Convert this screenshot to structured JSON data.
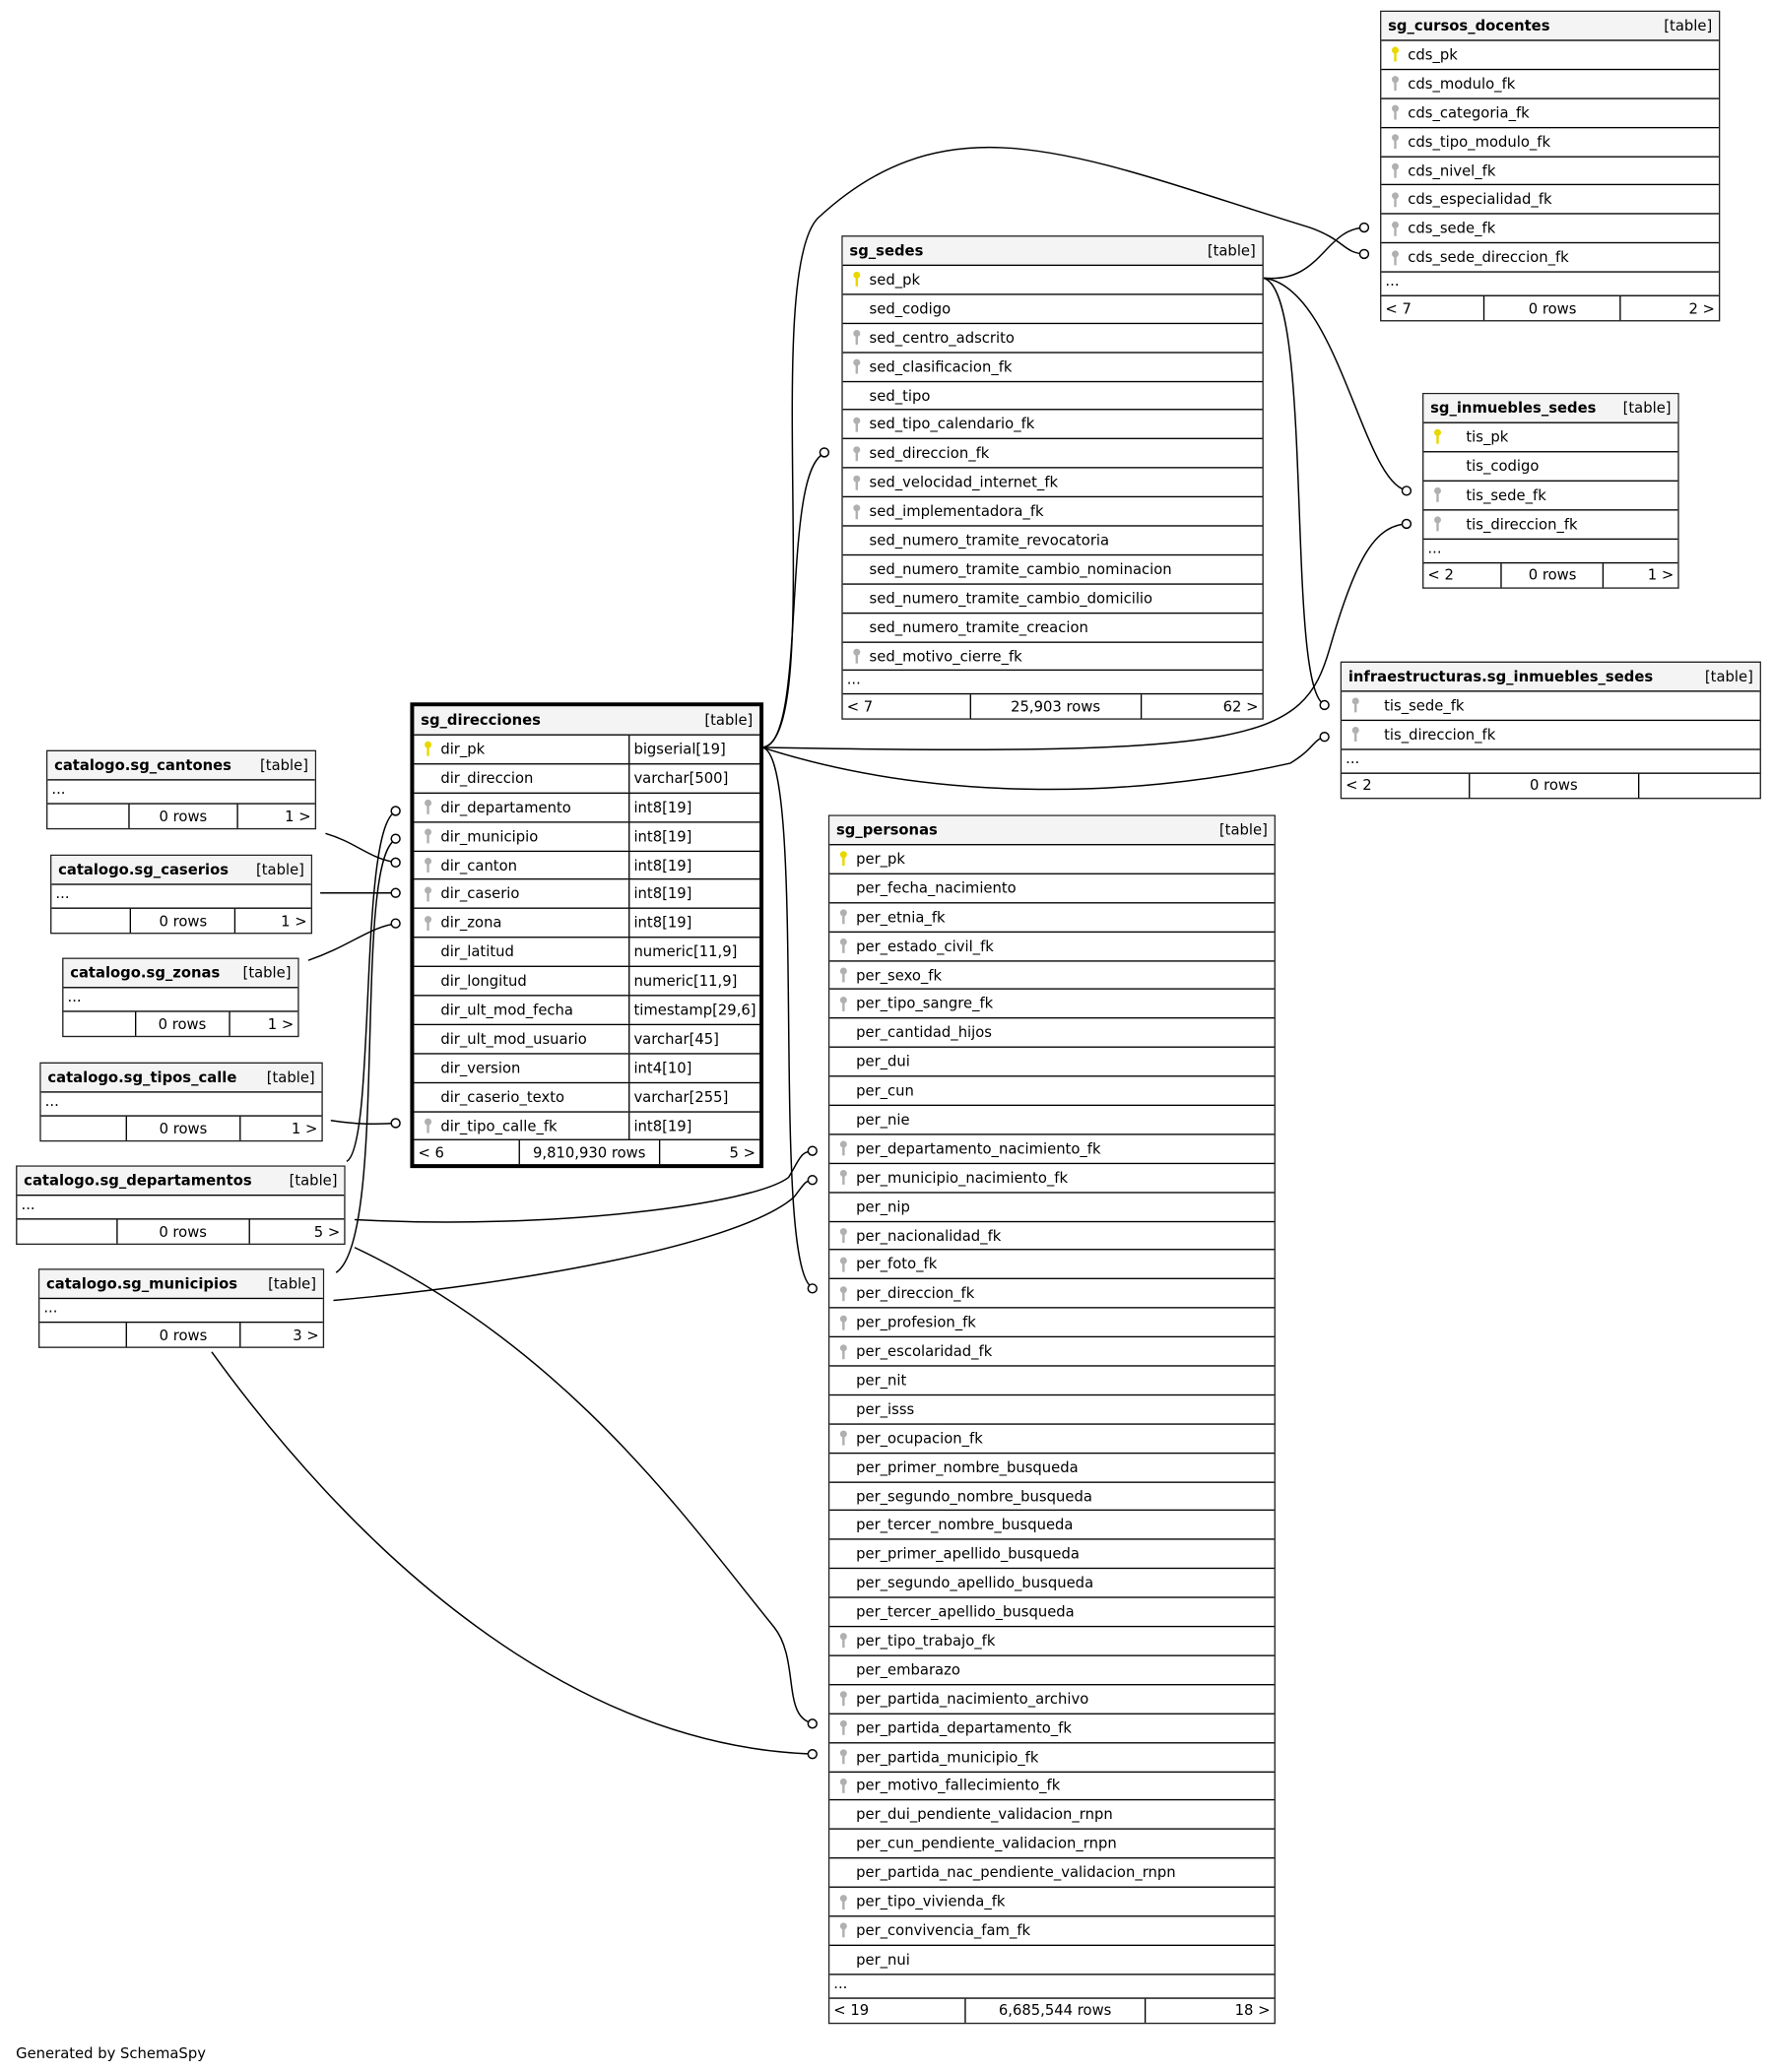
{
  "footer_text": "Generated by SchemaSpy",
  "colors": {
    "pk_key": "#e8d800",
    "fk_key": "#b0b0b0",
    "header_bg": "#f4f4f4"
  },
  "tables": [
    {
      "name": "sg_cursos_docentes",
      "kind": "[table]",
      "rows": [
        {
          "name": "cds_pk",
          "key": "pk"
        },
        {
          "name": "cds_modulo_fk",
          "key": "fk"
        },
        {
          "name": "cds_categoria_fk",
          "key": "fk"
        },
        {
          "name": "cds_tipo_modulo_fk",
          "key": "fk"
        },
        {
          "name": "cds_nivel_fk",
          "key": "fk"
        },
        {
          "name": "cds_especialidad_fk",
          "key": "fk"
        },
        {
          "name": "cds_sede_fk",
          "key": "fk"
        },
        {
          "name": "cds_sede_direccion_fk",
          "key": "fk"
        }
      ],
      "more": "...",
      "footer": {
        "left": "< 7",
        "mid": "0 rows",
        "right": "2 >"
      }
    },
    {
      "name": "sg_sedes",
      "kind": "[table]",
      "rows": [
        {
          "name": "sed_pk",
          "key": "pk"
        },
        {
          "name": "sed_codigo",
          "key": ""
        },
        {
          "name": "sed_centro_adscrito",
          "key": "fk"
        },
        {
          "name": "sed_clasificacion_fk",
          "key": "fk"
        },
        {
          "name": "sed_tipo",
          "key": ""
        },
        {
          "name": "sed_tipo_calendario_fk",
          "key": "fk"
        },
        {
          "name": "sed_direccion_fk",
          "key": "fk"
        },
        {
          "name": "sed_velocidad_internet_fk",
          "key": "fk"
        },
        {
          "name": "sed_implementadora_fk",
          "key": "fk"
        },
        {
          "name": "sed_numero_tramite_revocatoria",
          "key": ""
        },
        {
          "name": "sed_numero_tramite_cambio_nominacion",
          "key": ""
        },
        {
          "name": "sed_numero_tramite_cambio_domicilio",
          "key": ""
        },
        {
          "name": "sed_numero_tramite_creacion",
          "key": ""
        },
        {
          "name": "sed_motivo_cierre_fk",
          "key": "fk"
        }
      ],
      "more": "...",
      "footer": {
        "left": "< 7",
        "mid": "25,903 rows",
        "right": "62 >"
      }
    },
    {
      "name": "sg_inmuebles_sedes",
      "kind": "[table]",
      "indent": true,
      "rows": [
        {
          "name": "tis_pk",
          "key": "pk"
        },
        {
          "name": "tis_codigo",
          "key": ""
        },
        {
          "name": "tis_sede_fk",
          "key": "fk"
        },
        {
          "name": "tis_direccion_fk",
          "key": "fk"
        }
      ],
      "more": "...",
      "footer": {
        "left": "< 2",
        "mid": "0 rows",
        "right": "1 >"
      }
    },
    {
      "name": "infraestructuras.sg_inmuebles_sedes",
      "kind": "[table]",
      "indent": true,
      "rows": [
        {
          "name": "tis_sede_fk",
          "key": "fk"
        },
        {
          "name": "tis_direccion_fk",
          "key": "fk"
        }
      ],
      "more": "...",
      "footer": {
        "left": "< 2",
        "mid": "0 rows",
        "right": ""
      }
    },
    {
      "name": "sg_direcciones",
      "kind": "[table]",
      "bold": true,
      "rows": [
        {
          "name": "dir_pk",
          "key": "pk",
          "type": "bigserial[19]"
        },
        {
          "name": "dir_direccion",
          "key": "",
          "type": "varchar[500]"
        },
        {
          "name": "dir_departamento",
          "key": "fk",
          "type": "int8[19]"
        },
        {
          "name": "dir_municipio",
          "key": "fk",
          "type": "int8[19]"
        },
        {
          "name": "dir_canton",
          "key": "fk",
          "type": "int8[19]"
        },
        {
          "name": "dir_caserio",
          "key": "fk",
          "type": "int8[19]"
        },
        {
          "name": "dir_zona",
          "key": "fk",
          "type": "int8[19]"
        },
        {
          "name": "dir_latitud",
          "key": "",
          "type": "numeric[11,9]"
        },
        {
          "name": "dir_longitud",
          "key": "",
          "type": "numeric[11,9]"
        },
        {
          "name": "dir_ult_mod_fecha",
          "key": "",
          "type": "timestamp[29,6]"
        },
        {
          "name": "dir_ult_mod_usuario",
          "key": "",
          "type": "varchar[45]"
        },
        {
          "name": "dir_version",
          "key": "",
          "type": "int4[10]"
        },
        {
          "name": "dir_caserio_texto",
          "key": "",
          "type": "varchar[255]"
        },
        {
          "name": "dir_tipo_calle_fk",
          "key": "fk",
          "type": "int8[19]"
        }
      ],
      "footer": {
        "left": "< 6",
        "mid": "9,810,930 rows",
        "right": "5 >"
      }
    },
    {
      "name": "sg_personas",
      "kind": "[table]",
      "rows": [
        {
          "name": "per_pk",
          "key": "pk"
        },
        {
          "name": "per_fecha_nacimiento",
          "key": ""
        },
        {
          "name": "per_etnia_fk",
          "key": "fk"
        },
        {
          "name": "per_estado_civil_fk",
          "key": "fk"
        },
        {
          "name": "per_sexo_fk",
          "key": "fk"
        },
        {
          "name": "per_tipo_sangre_fk",
          "key": "fk"
        },
        {
          "name": "per_cantidad_hijos",
          "key": ""
        },
        {
          "name": "per_dui",
          "key": ""
        },
        {
          "name": "per_cun",
          "key": ""
        },
        {
          "name": "per_nie",
          "key": ""
        },
        {
          "name": "per_departamento_nacimiento_fk",
          "key": "fk"
        },
        {
          "name": "per_municipio_nacimiento_fk",
          "key": "fk"
        },
        {
          "name": "per_nip",
          "key": ""
        },
        {
          "name": "per_nacionalidad_fk",
          "key": "fk"
        },
        {
          "name": "per_foto_fk",
          "key": "fk"
        },
        {
          "name": "per_direccion_fk",
          "key": "fk"
        },
        {
          "name": "per_profesion_fk",
          "key": "fk"
        },
        {
          "name": "per_escolaridad_fk",
          "key": "fk"
        },
        {
          "name": "per_nit",
          "key": ""
        },
        {
          "name": "per_isss",
          "key": ""
        },
        {
          "name": "per_ocupacion_fk",
          "key": "fk"
        },
        {
          "name": "per_primer_nombre_busqueda",
          "key": ""
        },
        {
          "name": "per_segundo_nombre_busqueda",
          "key": ""
        },
        {
          "name": "per_tercer_nombre_busqueda",
          "key": ""
        },
        {
          "name": "per_primer_apellido_busqueda",
          "key": ""
        },
        {
          "name": "per_segundo_apellido_busqueda",
          "key": ""
        },
        {
          "name": "per_tercer_apellido_busqueda",
          "key": ""
        },
        {
          "name": "per_tipo_trabajo_fk",
          "key": "fk"
        },
        {
          "name": "per_embarazo",
          "key": ""
        },
        {
          "name": "per_partida_nacimiento_archivo",
          "key": "fk"
        },
        {
          "name": "per_partida_departamento_fk",
          "key": "fk"
        },
        {
          "name": "per_partida_municipio_fk",
          "key": "fk"
        },
        {
          "name": "per_motivo_fallecimiento_fk",
          "key": "fk"
        },
        {
          "name": "per_dui_pendiente_validacion_rnpn",
          "key": ""
        },
        {
          "name": "per_cun_pendiente_validacion_rnpn",
          "key": ""
        },
        {
          "name": "per_partida_nac_pendiente_validacion_rnpn",
          "key": ""
        },
        {
          "name": "per_tipo_vivienda_fk",
          "key": "fk"
        },
        {
          "name": "per_convivencia_fam_fk",
          "key": "fk"
        },
        {
          "name": "per_nui",
          "key": ""
        }
      ],
      "more": "...",
      "footer": {
        "left": "< 19",
        "mid": "6,685,544 rows",
        "right": "18 >"
      }
    },
    {
      "name": "catalogo.sg_cantones",
      "kind": "[table]",
      "rows": [],
      "more": "...",
      "footer": {
        "left": "",
        "mid": "0 rows",
        "right": "1 >"
      }
    },
    {
      "name": "catalogo.sg_caserios",
      "kind": "[table]",
      "rows": [],
      "more": "...",
      "footer": {
        "left": "",
        "mid": "0 rows",
        "right": "1 >"
      }
    },
    {
      "name": "catalogo.sg_zonas",
      "kind": "[table]",
      "rows": [],
      "more": "...",
      "footer": {
        "left": "",
        "mid": "0 rows",
        "right": "1 >"
      }
    },
    {
      "name": "catalogo.sg_tipos_calle",
      "kind": "[table]",
      "rows": [],
      "more": "...",
      "footer": {
        "left": "",
        "mid": "0 rows",
        "right": "1 >"
      }
    },
    {
      "name": "catalogo.sg_departamentos",
      "kind": "[table]",
      "rows": [],
      "more": "...",
      "footer": {
        "left": "",
        "mid": "0 rows",
        "right": "5 >"
      }
    },
    {
      "name": "catalogo.sg_municipios",
      "kind": "[table]",
      "rows": [],
      "more": "...",
      "footer": {
        "left": "",
        "mid": "0 rows",
        "right": "3 >"
      }
    }
  ]
}
